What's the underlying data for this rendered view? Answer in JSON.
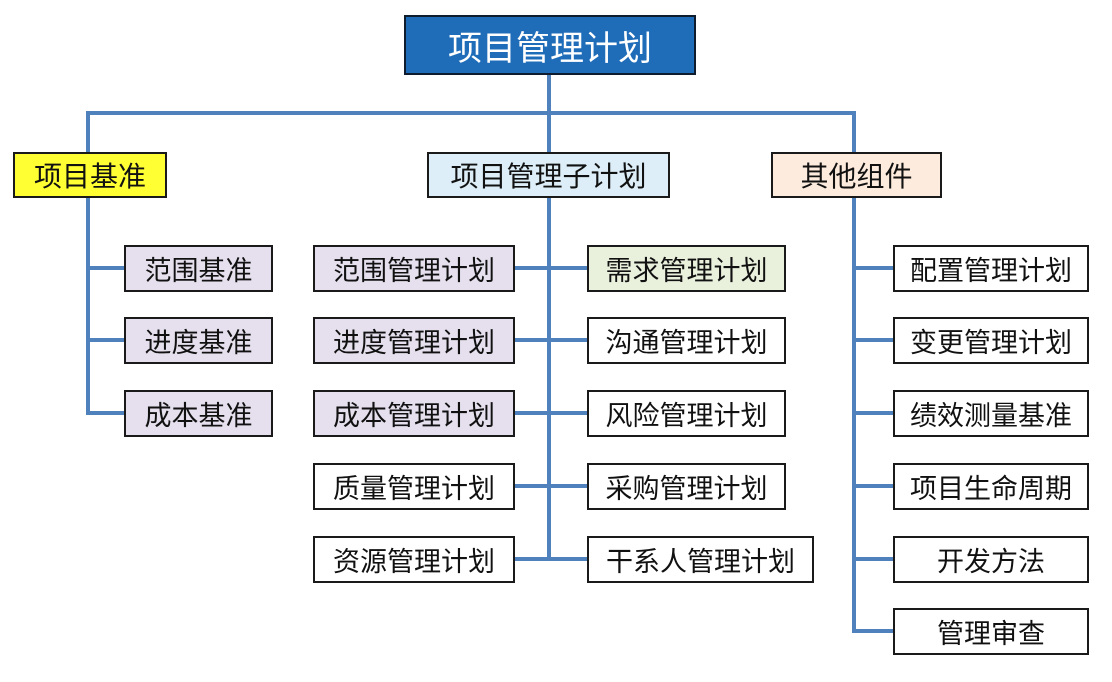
{
  "title": "项目管理计划",
  "categories": {
    "baseline": "项目基准",
    "subplans": "项目管理子计划",
    "other": "其他组件"
  },
  "baselines": [
    "范围基准",
    "进度基准",
    "成本基准"
  ],
  "subplans_left": [
    "范围管理计划",
    "进度管理计划",
    "成本管理计划",
    "质量管理计划",
    "资源管理计划"
  ],
  "subplans_right": [
    "需求管理计划",
    "沟通管理计划",
    "风险管理计划",
    "采购管理计划",
    "干系人管理计划"
  ],
  "other_components": [
    "配置管理计划",
    "变更管理计划",
    "绩效测量基准",
    "项目生命周期",
    "开发方法",
    "管理审查"
  ],
  "colors": {
    "root_fill": "#1f6cb8",
    "baseline_category_fill": "#ffff33",
    "subplans_category_fill": "#ddeef8",
    "other_category_fill": "#fdebdd",
    "baseline_item_fill": "#e6e0ee",
    "requirements_item_fill": "#e9f1dd",
    "plain_item_fill": "#ffffff",
    "connector": "#4f81bd"
  }
}
